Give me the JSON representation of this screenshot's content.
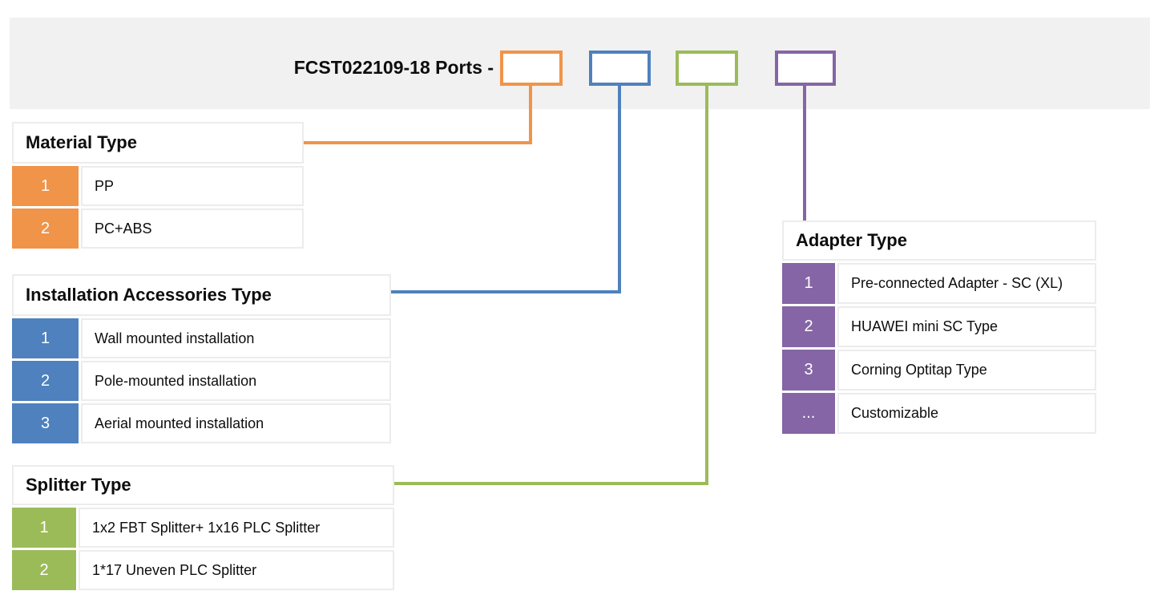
{
  "title": "FCST022109-18 Ports -",
  "colors": {
    "orange": "#F0944A",
    "blue": "#4E81BD",
    "green": "#9BBB59",
    "purple": "#8565A5",
    "band": "#F1F1F1",
    "border": "#ECECEC"
  },
  "code_boxes": [
    {
      "name": "material-code-box",
      "color": "#F0944A"
    },
    {
      "name": "installation-code-box",
      "color": "#4E81BD"
    },
    {
      "name": "splitter-code-box",
      "color": "#9BBB59"
    },
    {
      "name": "adapter-code-box",
      "color": "#8565A5"
    }
  ],
  "tables": {
    "material": {
      "title": "Material Type",
      "rows": [
        {
          "code": "1",
          "label": "PP"
        },
        {
          "code": "2",
          "label": "PC+ABS"
        }
      ]
    },
    "installation": {
      "title": "Installation Accessories Type",
      "rows": [
        {
          "code": "1",
          "label": "Wall mounted installation"
        },
        {
          "code": "2",
          "label": "Pole-mounted installation"
        },
        {
          "code": "3",
          "label": "Aerial mounted installation"
        }
      ]
    },
    "splitter": {
      "title": "Splitter Type",
      "rows": [
        {
          "code": "1",
          "label": "1x2 FBT Splitter+ 1x16 PLC Splitter"
        },
        {
          "code": "2",
          "label": "1*17 Uneven PLC Splitter"
        }
      ]
    },
    "adapter": {
      "title": "Adapter Type",
      "rows": [
        {
          "code": "1",
          "label": "Pre-connected Adapter - SC (XL)"
        },
        {
          "code": "2",
          "label": "HUAWEI mini SC Type"
        },
        {
          "code": "3",
          "label": "Corning Optitap Type"
        },
        {
          "code": "...",
          "label": "Customizable"
        }
      ]
    }
  }
}
